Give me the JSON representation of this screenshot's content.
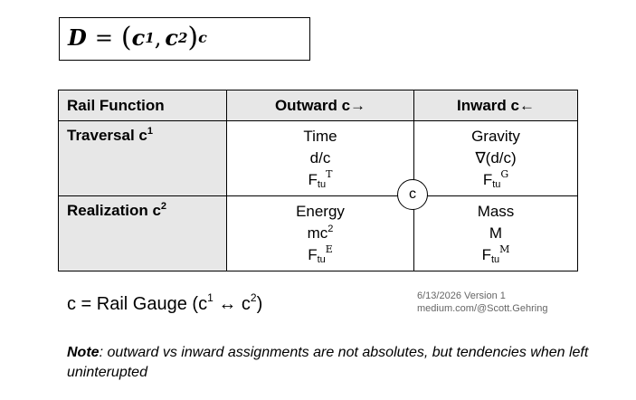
{
  "formula": {
    "lhs": "D",
    "eq": "=",
    "open": "(",
    "c1_base": "c",
    "c1_sup": "1",
    "comma": ",",
    "c2_base": "c",
    "c2_sup": "2",
    "close": ")",
    "sub": "c"
  },
  "table": {
    "headers": {
      "col1": "Rail Function",
      "col2": "Outward  c→",
      "col3": "Inward c←"
    },
    "rows": [
      {
        "label": "Traversal c",
        "label_sup": "1",
        "outward": {
          "line1": "Time",
          "line2": "d/c",
          "f_base": "F",
          "f_sub": "tu",
          "f_sup": "T"
        },
        "inward": {
          "line1": "Gravity",
          "line2": "∇(d/c)",
          "f_base": "F",
          "f_sub": "tu",
          "f_sup": "G"
        }
      },
      {
        "label": "Realization c",
        "label_sup": "2",
        "outward": {
          "line1": "Energy",
          "line2_base": "mc",
          "line2_sup": "2",
          "f_base": "F",
          "f_sub": "tu",
          "f_sup": "E"
        },
        "inward": {
          "line1": "Mass",
          "line2": "M",
          "f_base": "F",
          "f_sub": "tu",
          "f_sup": "M"
        }
      }
    ]
  },
  "gauge_circle": "c",
  "gauge_definition": {
    "prefix": "c = Rail Gauge (c",
    "sup1": "1",
    "middle": " ↔ c",
    "sup2": "2",
    "suffix": ")"
  },
  "version": {
    "line1": "6/13/2026 Version  1",
    "line2": "medium.com/@Scott.Gehring"
  },
  "note": {
    "label": "Note",
    "text": ": outward vs inward assignments are not absolutes, but tendencies when left uninterupted"
  }
}
